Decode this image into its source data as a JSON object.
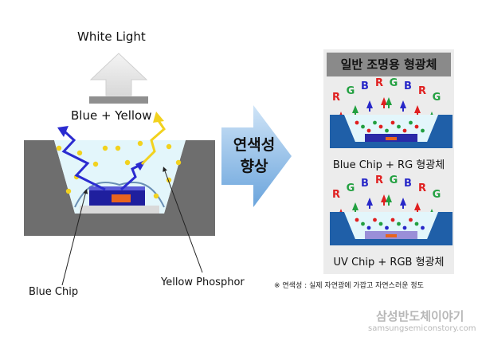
{
  "left": {
    "output_label": "White Light",
    "mix_label": "Blue + Yellow",
    "chip_label": "Blue Chip",
    "phosphor_label": "Yellow Phosphor"
  },
  "arrow": {
    "line1": "연색성",
    "line2": "향상"
  },
  "right": {
    "title": "일반 조명용 형광체",
    "panel1": {
      "caption": "Blue Chip + RG 형광체",
      "letters": [
        "R",
        "G",
        "B",
        "R",
        "G",
        "B",
        "R",
        "G"
      ]
    },
    "panel2": {
      "caption": "UV Chip + RGB 형광체",
      "letters": [
        "R",
        "G",
        "B",
        "R",
        "G",
        "B",
        "R",
        "G"
      ]
    }
  },
  "footnote": "※ 연색성 : 실제 자연광에 가깝고 자연스러운 정도",
  "watermark": {
    "title": "삼성반도체이야기",
    "url": "samsungsemiconstory.com"
  },
  "colors": {
    "red": "#e02020",
    "green": "#22a040",
    "blue": "#2828c8",
    "yellow": "#f2d21e",
    "arrow_blue": "#6aa4dc"
  }
}
